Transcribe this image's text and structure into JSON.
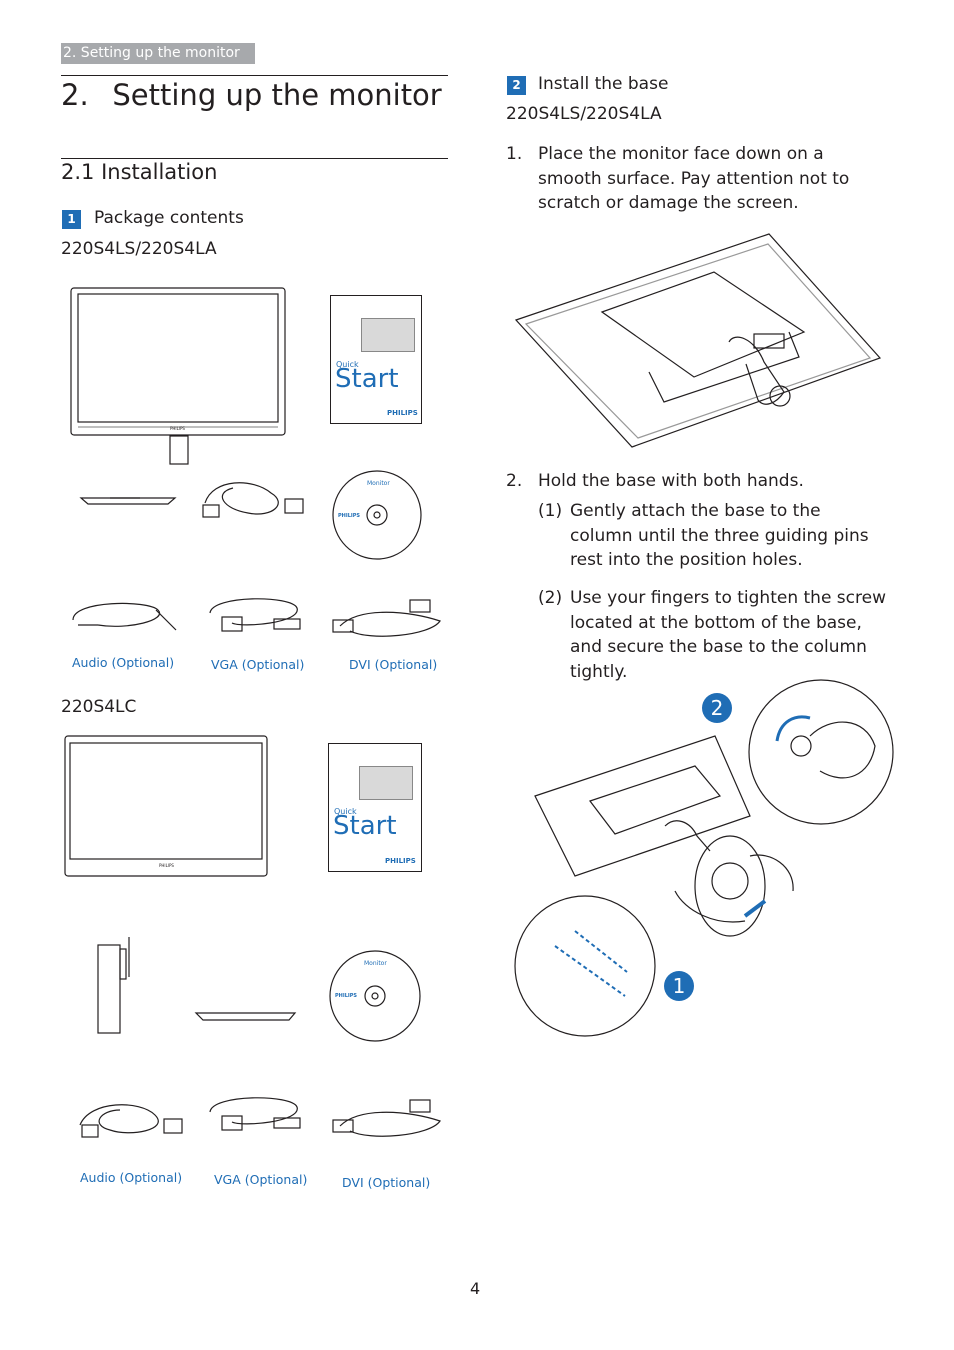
{
  "header": {
    "breadcrumb": "2. Setting up the monitor"
  },
  "title": "2.  Setting up the monitor",
  "section": "2.1 Installation",
  "left": {
    "step1_number": "1",
    "step1_label": "Package contents",
    "model_a": "220S4LS/220S4LA",
    "model_b": "220S4LC",
    "quick_word": "Quick",
    "start_word": "Start",
    "brand": "PHILIPS",
    "cd_title": "Monitor",
    "captions_a": [
      "Audio (Optional)",
      "VGA (Optional)",
      "DVI (Optional)"
    ],
    "captions_b": [
      "Audio (Optional)",
      "VGA (Optional)",
      "DVI (Optional)"
    ]
  },
  "right": {
    "step2_number": "2",
    "step2_label": "Install the base",
    "model": "220S4LS/220S4LA",
    "steps": [
      {
        "num": "1.",
        "text": "Place the monitor face down on a smooth surface. Pay attention not to scratch or damage the screen."
      },
      {
        "num": "2.",
        "text": "Hold the base with both hands."
      }
    ],
    "substeps": [
      {
        "num": "(1)",
        "text": "Gently attach the base to the column until the three guiding pins rest into the position holes."
      },
      {
        "num": "(2)",
        "text": "Use your fingers to tighten the screw located at the bottom of the base, and secure the base to the column tightly."
      }
    ],
    "callouts": [
      "2",
      "1"
    ]
  },
  "page_number": "4",
  "colors": {
    "accent_blue": "#1f6db5",
    "breadcrumb_gray": "#a7a9ac",
    "text": "#231f20"
  }
}
